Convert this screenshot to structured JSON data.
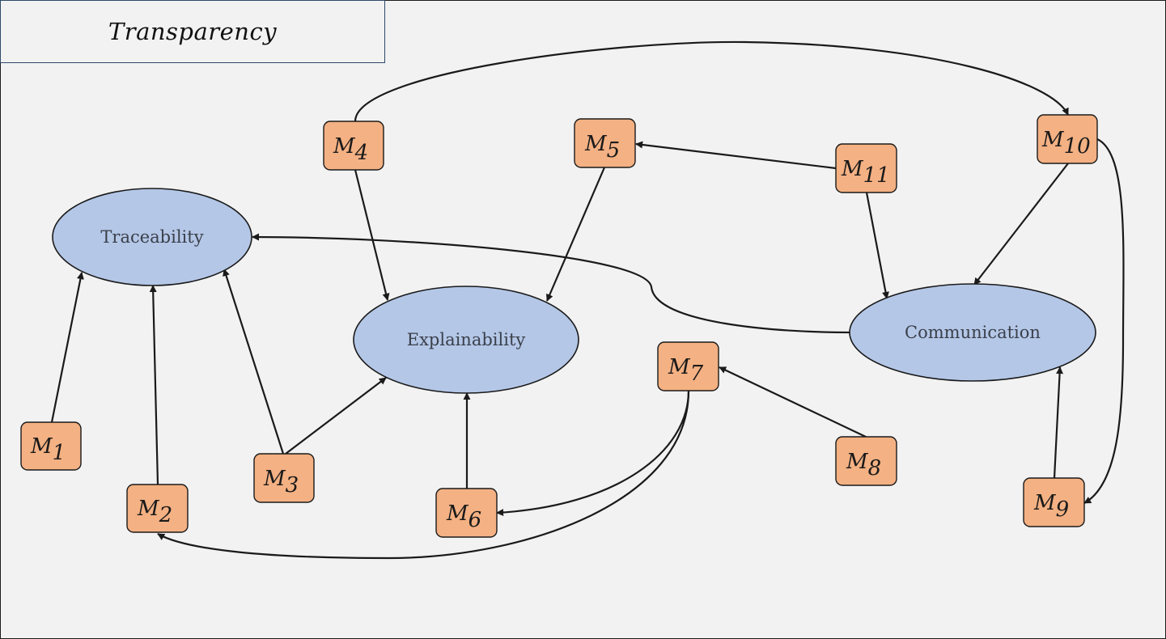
{
  "title": "Transparency",
  "colors": {
    "background": "#f2f2f2",
    "ellipse_fill": "#b4c7e7",
    "method_fill": "#f4b183",
    "stroke": "#1a1a1a",
    "title_border": "#2e4a68"
  },
  "concepts": {
    "traceability": "Traceability",
    "explainability": "Explainability",
    "communication": "Communication"
  },
  "methods": [
    {
      "id": "m1",
      "letter": "M",
      "sub": "1"
    },
    {
      "id": "m2",
      "letter": "M",
      "sub": "2"
    },
    {
      "id": "m3",
      "letter": "M",
      "sub": "3"
    },
    {
      "id": "m4",
      "letter": "M",
      "sub": "4"
    },
    {
      "id": "m5",
      "letter": "M",
      "sub": "5"
    },
    {
      "id": "m6",
      "letter": "M",
      "sub": "6"
    },
    {
      "id": "m7",
      "letter": "M",
      "sub": "7"
    },
    {
      "id": "m8",
      "letter": "M",
      "sub": "8"
    },
    {
      "id": "m9",
      "letter": "M",
      "sub": "9"
    },
    {
      "id": "m10",
      "letter": "M",
      "sub": "10"
    },
    {
      "id": "m11",
      "letter": "M",
      "sub": "11"
    }
  ],
  "edges": [
    {
      "from": "M1",
      "to": "Traceability"
    },
    {
      "from": "M2",
      "to": "Traceability"
    },
    {
      "from": "M3",
      "to": "Traceability"
    },
    {
      "from": "M3",
      "to": "Explainability"
    },
    {
      "from": "M4",
      "to": "Explainability"
    },
    {
      "from": "M4",
      "to": "M10"
    },
    {
      "from": "M5",
      "to": "Explainability"
    },
    {
      "from": "M6",
      "to": "Explainability"
    },
    {
      "from": "M7",
      "to": "M6"
    },
    {
      "from": "M7",
      "to": "M2"
    },
    {
      "from": "M8",
      "to": "M7"
    },
    {
      "from": "M9",
      "to": "Communication"
    },
    {
      "from": "M10",
      "to": "Communication"
    },
    {
      "from": "M10",
      "to": "M9"
    },
    {
      "from": "M11",
      "to": "M5"
    },
    {
      "from": "M11",
      "to": "Communication"
    },
    {
      "from": "Communication",
      "to": "Traceability"
    }
  ]
}
